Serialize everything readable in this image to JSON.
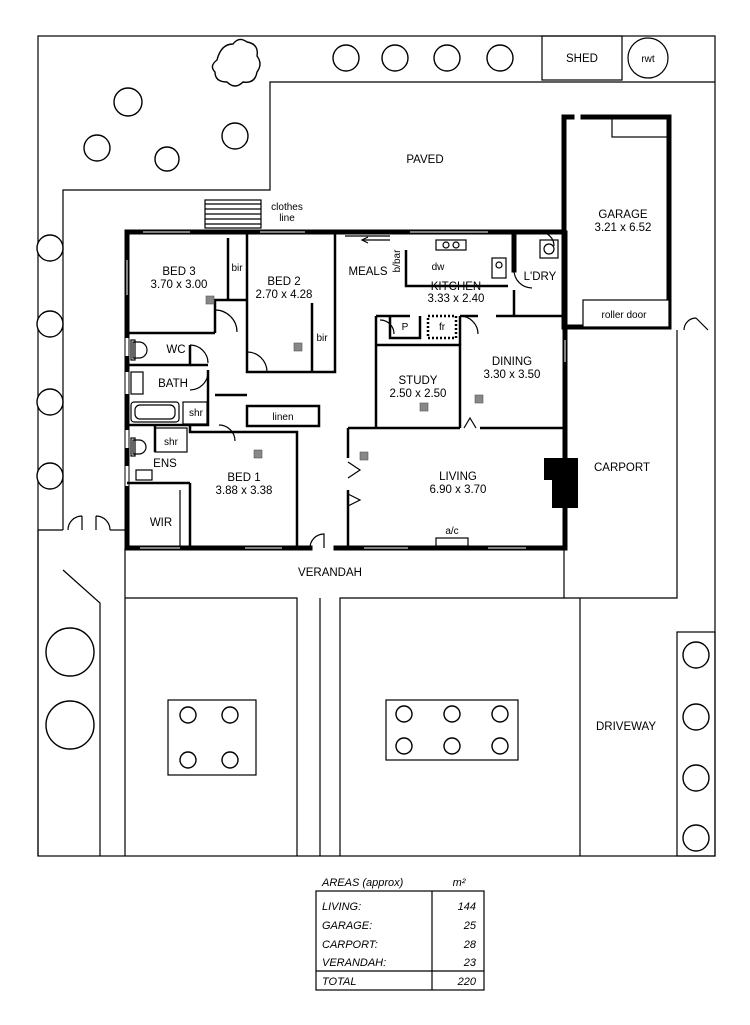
{
  "labels": {
    "shed": "SHED",
    "rwt": "rwt",
    "paved": "PAVED",
    "garage": "GARAGE",
    "garage_dim": "3.21 x 6.52",
    "roller_door": "roller door",
    "clothes": "clothes",
    "line": "line",
    "bed3": "BED 3",
    "bed3_dim": "3.70 x 3.00",
    "bed2": "BED 2",
    "bed2_dim": "2.70 x 4.28",
    "bir1": "bir",
    "bir2": "bir",
    "meals": "MEALS",
    "bbar": "b/bar",
    "dw": "dw",
    "kitchen": "KITCHEN",
    "kitchen_dim": "3.33 x 2.40",
    "ldry": "L'DRY",
    "p": "P",
    "fr": "fr",
    "wc": "WC",
    "bath": "BATH",
    "shr1": "shr",
    "linen": "linen",
    "study": "STUDY",
    "study_dim": "2.50 x 2.50",
    "dining": "DINING",
    "dining_dim": "3.30 x 3.50",
    "shr2": "shr",
    "ens": "ENS",
    "bed1": "BED 1",
    "bed1_dim": "3.88 x 3.38",
    "wir": "WIR",
    "living": "LIVING",
    "living_dim": "6.90 x 3.70",
    "ac": "a/c",
    "carport": "CARPORT",
    "verandah": "VERANDAH",
    "driveway": "DRIVEWAY"
  },
  "areas_table": {
    "title": "AREAS (approx)",
    "unit": "m²",
    "rows": [
      {
        "label": "LIVING:",
        "value": "144"
      },
      {
        "label": "GARAGE:",
        "value": "25"
      },
      {
        "label": "CARPORT:",
        "value": "28"
      },
      {
        "label": "VERANDAH:",
        "value": "23"
      }
    ],
    "total_label": "TOTAL",
    "total_value": "220"
  }
}
